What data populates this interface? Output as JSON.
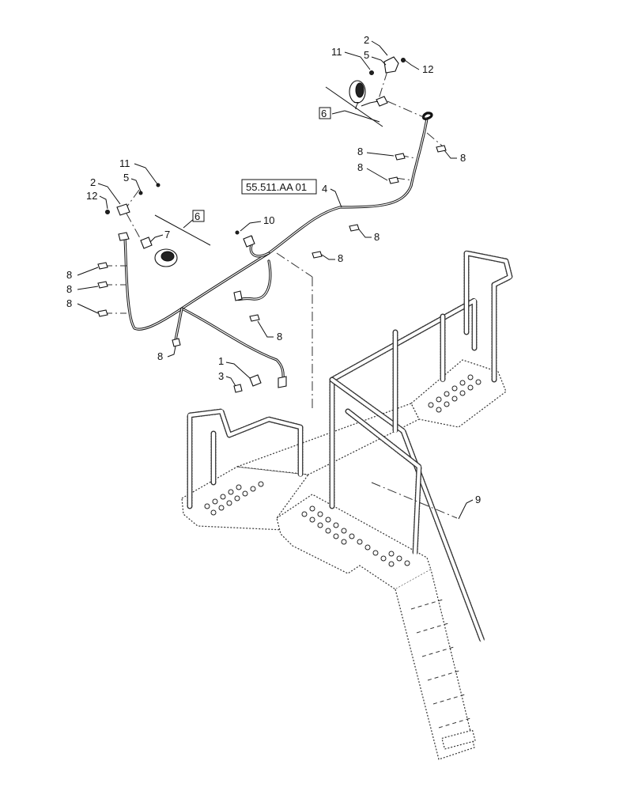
{
  "diagram": {
    "reference_box": "55.511.AA 01",
    "group_box_labels": [
      "6",
      "6"
    ],
    "callouts": {
      "c2_top": "2",
      "c11_top": "11",
      "c5_top": "5",
      "c12_top": "12",
      "c7_top": "7",
      "c8_a": "8",
      "c8_b": "8",
      "c8_c": "8",
      "c4": "4",
      "c11_left": "11",
      "c5_left": "5",
      "c2_left": "2",
      "c12_left": "12",
      "c7_left": "7",
      "c10": "10",
      "c8_d": "8",
      "c8_e": "8",
      "c8_f": "8",
      "c8_g": "8",
      "c8_h": "8",
      "c8_i": "8",
      "c8_j": "8",
      "c1": "1",
      "c3": "3",
      "c9": "9"
    }
  }
}
